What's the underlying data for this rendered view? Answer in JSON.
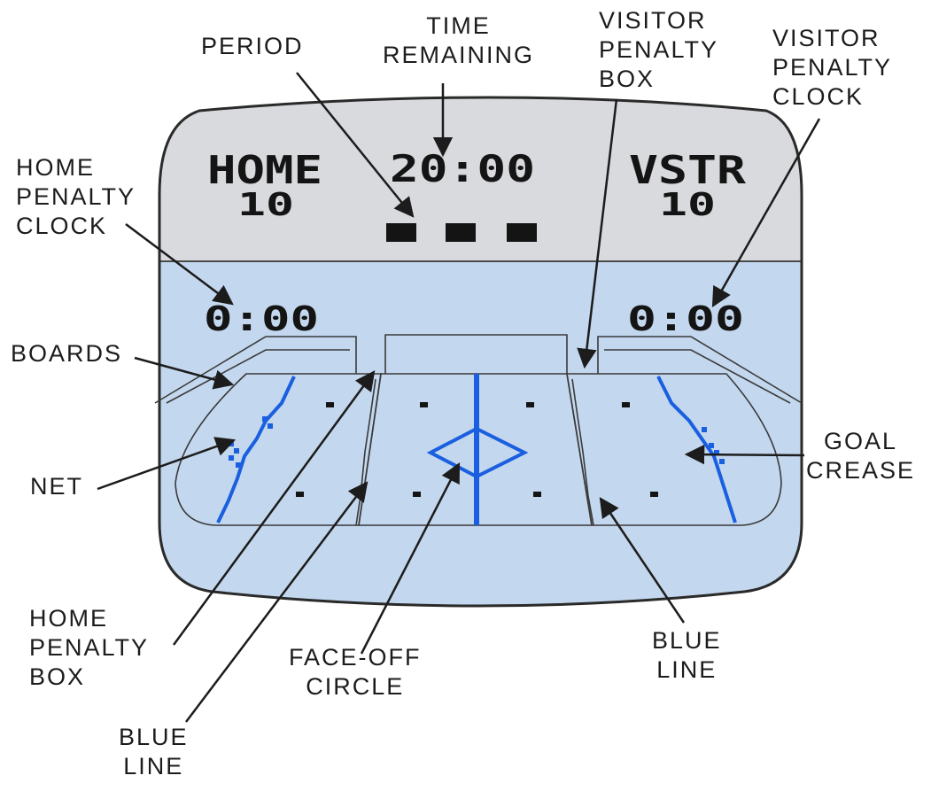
{
  "scoreboard": {
    "home_label": "HOME",
    "home_score": "10",
    "time": "20:00",
    "visitor_label": "VSTR",
    "visitor_score": "10",
    "home_penalty_time": "0:00",
    "visitor_penalty_time": "0:00",
    "period_indicators": 3
  },
  "callouts": {
    "period": [
      "PERIOD"
    ],
    "time_remaining": [
      "TIME",
      "REMAINING"
    ],
    "visitor_penalty_box": [
      "VISITOR",
      "PENALTY",
      "BOX"
    ],
    "visitor_penalty_clock": [
      "VISITOR",
      "PENALTY",
      "CLOCK"
    ],
    "home_penalty_clock": [
      "HOME",
      "PENALTY",
      "CLOCK"
    ],
    "boards": [
      "BOARDS"
    ],
    "net": [
      "NET"
    ],
    "goal_crease": [
      "GOAL",
      "CREASE"
    ],
    "home_penalty_box": [
      "HOME",
      "PENALTY",
      "BOX"
    ],
    "face_off_circle": [
      "FACE-OFF",
      "CIRCLE"
    ],
    "blue_line_right": [
      "BLUE",
      "LINE"
    ],
    "blue_line_left": [
      "BLUE",
      "LINE"
    ]
  },
  "colors": {
    "scoreboard_bg": "#d9dade",
    "ice_bg": "#c3d7ee",
    "line_blue": "#1a5fe0",
    "outline": "#3a3a3a"
  }
}
